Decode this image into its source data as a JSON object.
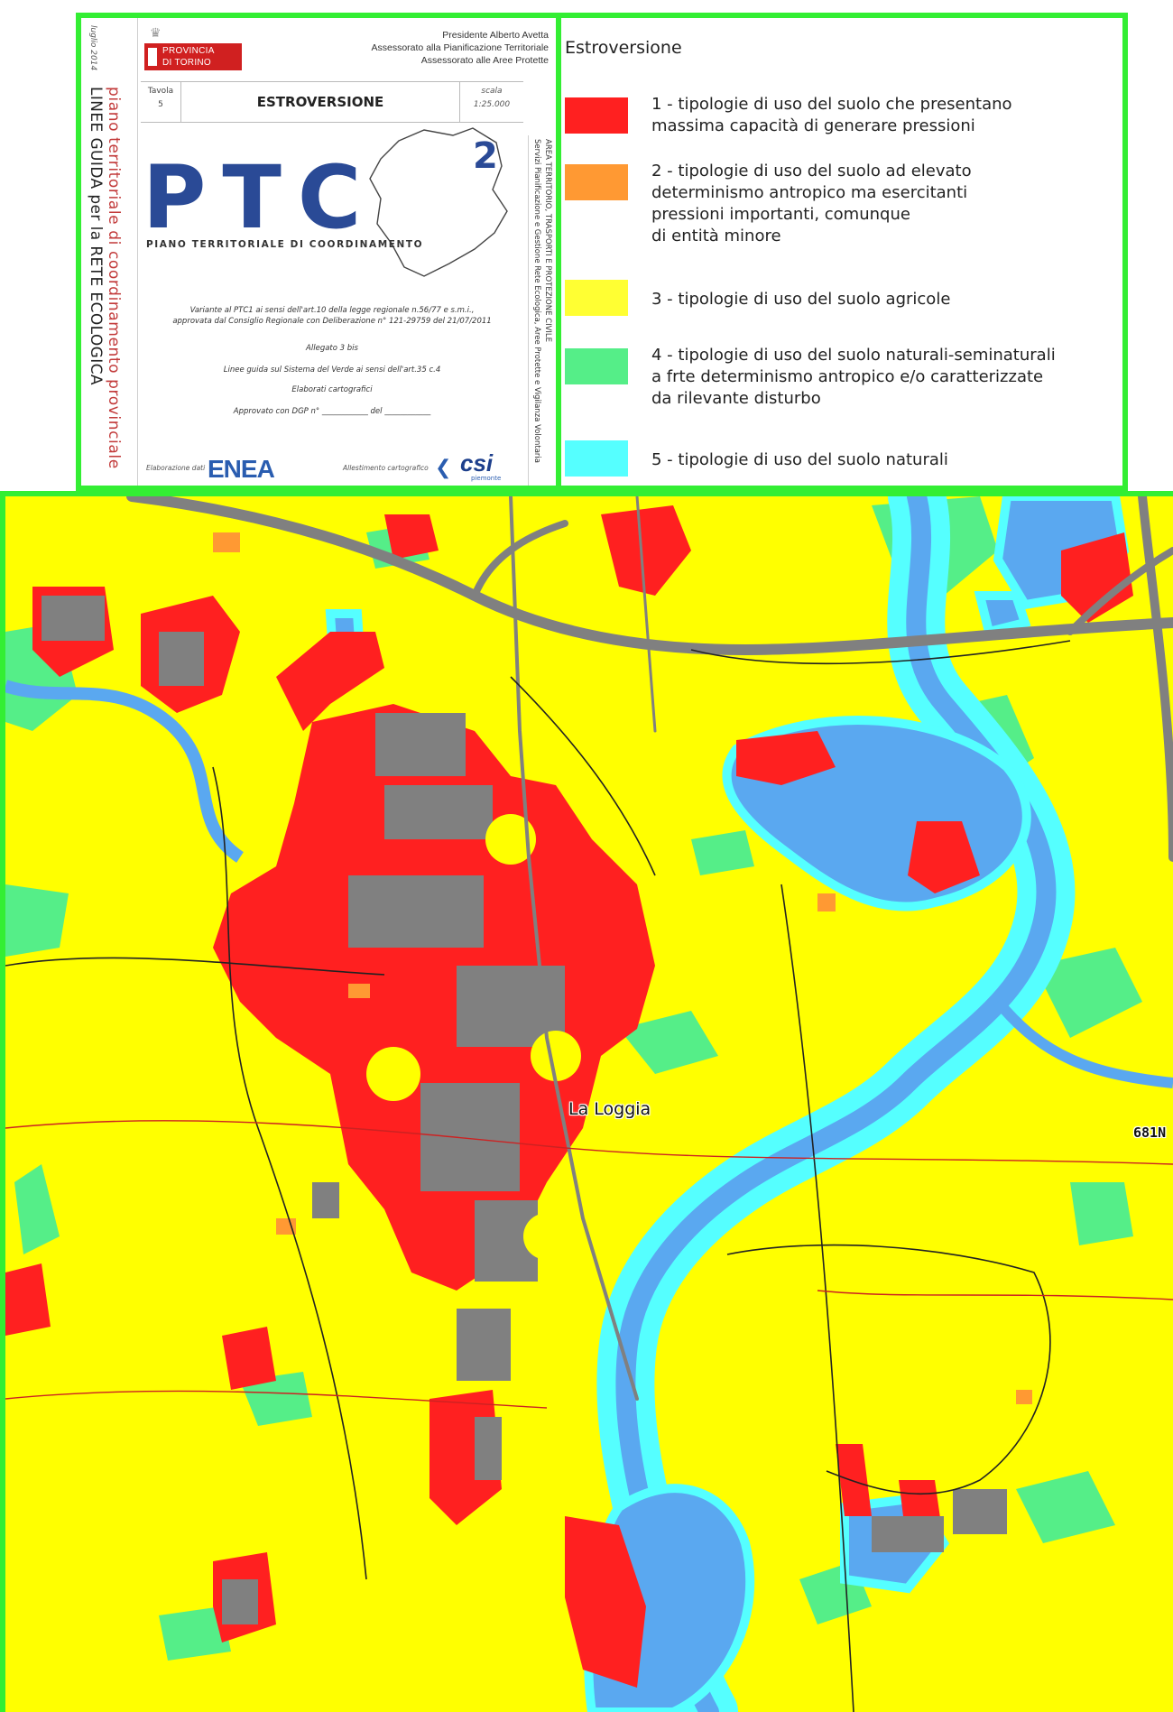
{
  "colors": {
    "frame": "#33ee33",
    "class1": "#ff2020",
    "class2": "#ff9933",
    "class3": "#ffff33",
    "class4": "#55ee88",
    "class5": "#55ffff",
    "built": "#808080",
    "water": "#5aa8f0",
    "road": "#808080",
    "map_bg": "#ffff00"
  },
  "cover": {
    "date": "luglio 2014",
    "vertical_title_red": "piano territoriale di coordinamento provinciale",
    "vertical_title_black": "LINEE GUIDA per la RETE ECOLOGICA",
    "province_line1": "PROVINCIA",
    "province_line2": "DI TORINO",
    "assessorato": [
      "Presidente Alberto Avetta",
      "Assessorato alla Pianificazione Territoriale",
      "Assessorato alle Aree Protette"
    ],
    "tavola_label": "Tavola",
    "tavola_number": "5",
    "sheet_title": "ESTROVERSIONE",
    "scale_label": "scala",
    "scale_value": "1:25.000",
    "ptc_letters": "PTC",
    "ptc_exponent": "2",
    "ptc_subtitle": "PIANO TERRITORIALE DI COORDINAMENTO",
    "note_variant": "Variante al PTC1 ai sensi dell'art.10 della legge regionale n.56/77 e s.m.i.,",
    "note_approval": "approvata dal Consiglio Regionale con Deliberazione n° 121-29759 del 21/07/2011",
    "note_allegato": "Allegato 3 bis",
    "note_linee": "Linee guida sul Sistema del Verde ai sensi dell'art.35 c.4",
    "note_elaborati": "Elaborati cartografici",
    "note_approvato": "Approvato con DGP n° ____________ del ____________",
    "credit_enea": "Elaborazione dati",
    "enea_logo": "ENEA",
    "credit_csi": "Allestimento cartografico",
    "csi_logo": "csi",
    "csi_sub": "piemonte",
    "area_line1": "AREA TERRITORIO, TRASPORTI E PROTEZIONE CIVILE",
    "area_line2": "Servizi Pianificazione e Gestione Rete Ecologica, Aree Protette e Vigilanza Volontaria"
  },
  "legend": {
    "title": "Estroversione",
    "items": [
      {
        "text": "1 - tipologie di uso del suolo che presentano\nmassima capacità di generare pressioni"
      },
      {
        "text": "2 - tipologie di uso del suolo ad elevato\ndeterminismo antropico ma esercitanti\npressioni importanti, comunque\ndi entità minore"
      },
      {
        "text": "3 - tipologie di uso del suolo agricole"
      },
      {
        "text": "4 - tipologie di uso del suolo naturali-seminaturali\na frte determinismo antropico e/o caratterizzate\nda rilevante disturbo"
      },
      {
        "text": "5 - tipologie di uso del suolo naturali"
      }
    ]
  },
  "map": {
    "town_label": "La Loggia",
    "edge_label": "681N"
  }
}
